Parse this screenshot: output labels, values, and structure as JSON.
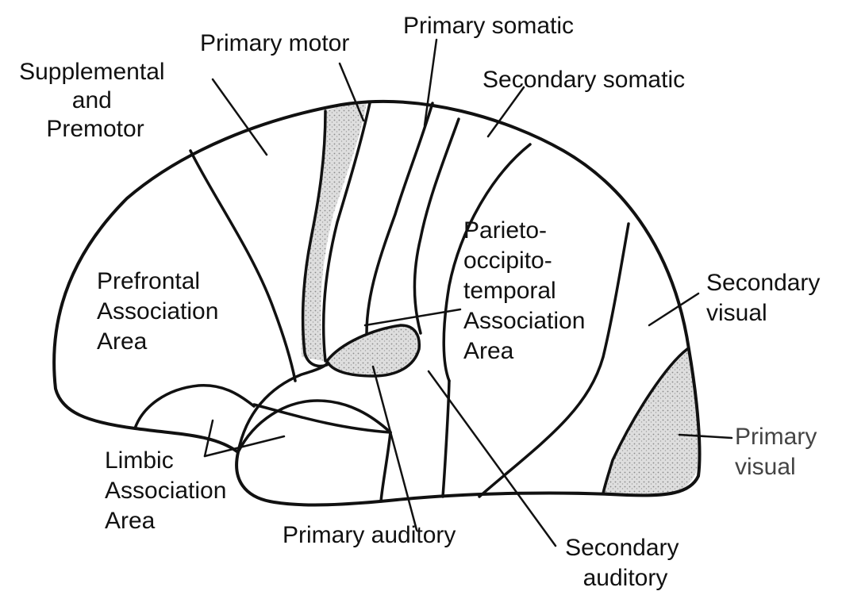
{
  "colors": {
    "line": "#111111",
    "shade": "#c8c8c8",
    "shade_dark": "#8a8a8a",
    "background": "#ffffff"
  },
  "labels": {
    "primary_motor": [
      "Primary motor"
    ],
    "primary_somatic": [
      "Primary somatic"
    ],
    "supplemental_premotor": [
      "Supplemental",
      "and",
      "Premotor"
    ],
    "secondary_somatic": [
      "Secondary somatic"
    ],
    "parieto": [
      "Parieto-",
      "occipito-",
      "temporal",
      "Association",
      "Area"
    ],
    "prefrontal": [
      "Prefrontal",
      "Association",
      "Area"
    ],
    "secondary_visual": [
      "Secondary",
      "visual"
    ],
    "primary_visual": [
      "Primary",
      "visual"
    ],
    "limbic": [
      "Limbic",
      "Association",
      "Area"
    ],
    "primary_auditory": [
      "Primary auditory"
    ],
    "secondary_auditory": [
      "Secondary",
      "auditory"
    ]
  }
}
